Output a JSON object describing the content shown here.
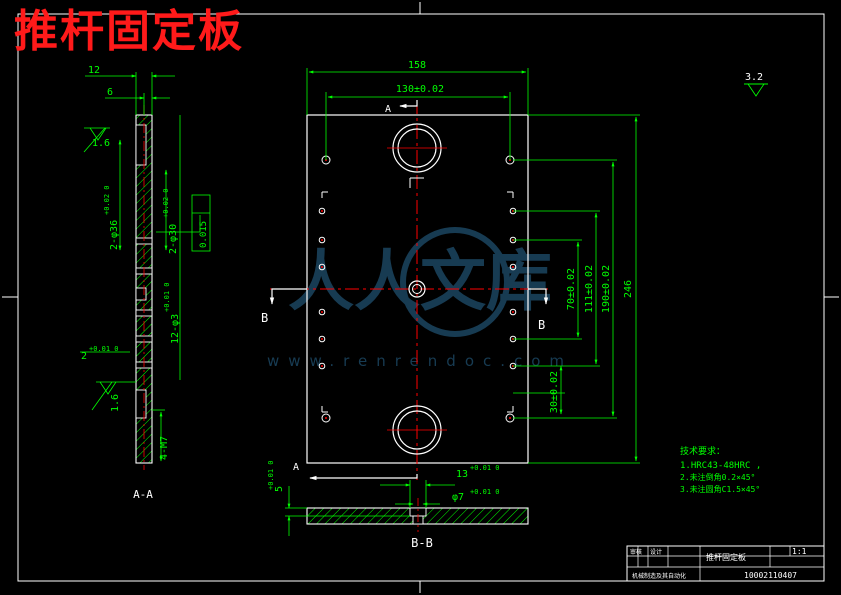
{
  "title": "推杆固定板",
  "view_labels": {
    "section_aa": "A-A",
    "section_bb": "B-B",
    "cut_a_top": "A",
    "cut_a_bottom": "A",
    "cut_b_left": "B",
    "cut_b_right": "B"
  },
  "dimensions": {
    "width_total": "158",
    "hole_spacing_x": "130±0.02",
    "height_total": "246",
    "spacing_190": "190±0.02",
    "spacing_111": "111±0.02",
    "spacing_70": "70±0.02",
    "spacing_30": "30±0.02",
    "thickness_12": "12",
    "step_6": "6",
    "roughness_side": "1.6",
    "roughness_side2": "1.6",
    "hole_2x36": "2-φ36",
    "hole_2x36_tol": "+0.02 0",
    "hole_2x30": "2-φ30",
    "hole_2x30_tol": "+0.02 0",
    "flatness": "0.015",
    "hole_12x3": "12-φ3",
    "hole_12x3_tol": "+0.01 0",
    "depth_2": "2",
    "depth_2_tol": "+0.01 0",
    "thread_4m7": "4-M7",
    "slot_13": "13",
    "slot_13_tol": "+0.01 0",
    "hole_7": "φ7",
    "hole_7_tol": "+0.01 0",
    "depth_5": "5",
    "depth_5_tol": "+0.01 0",
    "roughness_general": "3.2"
  },
  "tech_requirements": {
    "heading": "技术要求：",
    "items": [
      "1.HRC43-48HRC ,",
      "2.未注倒角0.2×45°",
      "3.未注圆角C1.5×45°"
    ]
  },
  "title_block": {
    "part_name": "推杆固定板",
    "scale": "1:1",
    "code": "10002110407",
    "label_a": "设计",
    "label_b": "审核",
    "school": "机械制造及其自动化"
  },
  "watermark": {
    "text": "人人文库",
    "url": "www.renrendoc.com"
  },
  "colors": {
    "background": "#000000",
    "outline": "#ffffff",
    "dimension": "#00ff00",
    "centerline": "#ff0000",
    "title": "#ff1a1a",
    "watermark": "#1f4f6e"
  }
}
